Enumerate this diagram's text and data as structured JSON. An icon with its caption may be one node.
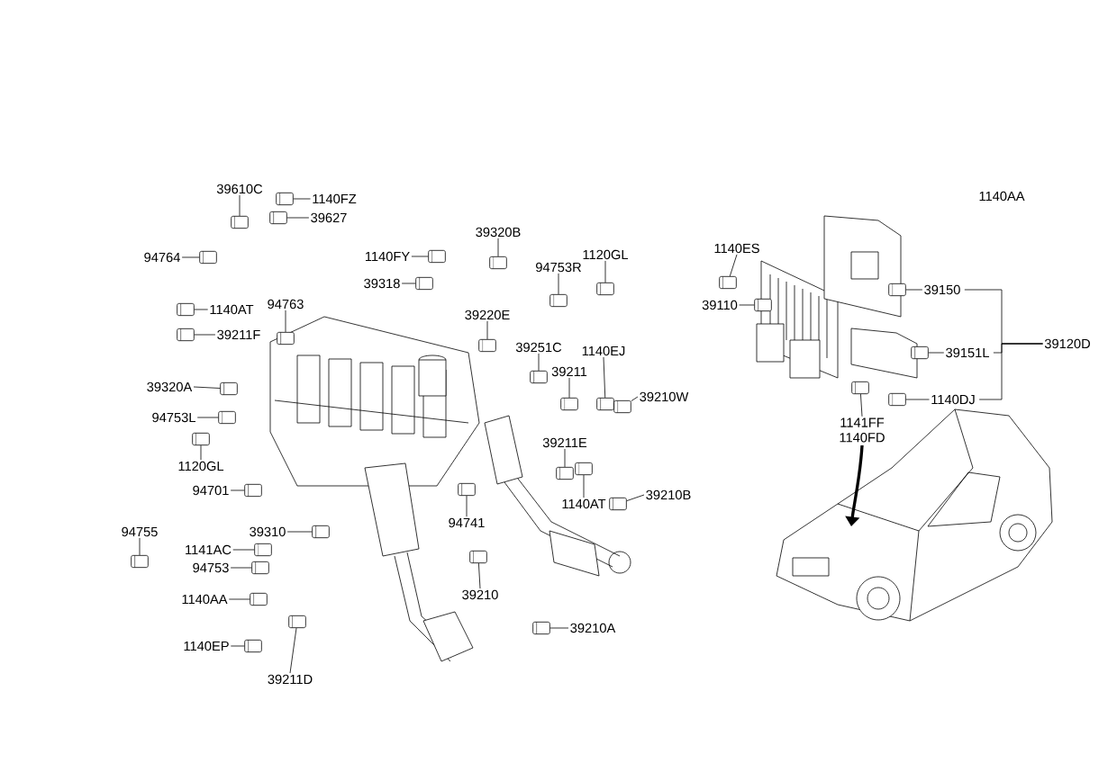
{
  "diagram": {
    "nodes": [
      {
        "text": [
          "39610C"
        ]
      },
      {
        "text": [
          "1140FZ"
        ]
      },
      {
        "text": [
          "39627"
        ]
      },
      {
        "text": [
          "94764"
        ]
      },
      {
        "text": [
          "1140FY"
        ]
      },
      {
        "text": [
          "39318"
        ]
      },
      {
        "text": [
          "39320B"
        ]
      },
      {
        "text": [
          "94753R"
        ]
      },
      {
        "text": [
          "1120GL"
        ]
      },
      {
        "text": [
          "1140AT"
        ]
      },
      {
        "text": [
          "94763"
        ]
      },
      {
        "text": [
          "39211F"
        ]
      },
      {
        "text": [
          "39220E"
        ]
      },
      {
        "text": [
          "39251C"
        ]
      },
      {
        "text": [
          "1140EJ"
        ]
      },
      {
        "text": [
          "39211"
        ]
      },
      {
        "text": [
          "39320A"
        ]
      },
      {
        "text": [
          "94753L"
        ]
      },
      {
        "text": [
          "1120GL"
        ]
      },
      {
        "text": [
          "39210W"
        ]
      },
      {
        "text": [
          "39211E"
        ]
      },
      {
        "text": [
          "1140AT"
        ]
      },
      {
        "text": [
          "39210B"
        ]
      },
      {
        "text": [
          "94741"
        ]
      },
      {
        "text": [
          "94701"
        ]
      },
      {
        "text": [
          "94755"
        ]
      },
      {
        "text": [
          "39310"
        ]
      },
      {
        "text": [
          "1141AC"
        ]
      },
      {
        "text": [
          "94753"
        ]
      },
      {
        "text": [
          "1140AA"
        ]
      },
      {
        "text": [
          "1140EP"
        ]
      },
      {
        "text": [
          "39211D"
        ]
      },
      {
        "text": [
          "39210"
        ]
      },
      {
        "text": [
          "39210A"
        ]
      },
      {
        "text": [
          "1140ES"
        ]
      },
      {
        "text": [
          "39110"
        ]
      },
      {
        "text": [
          "39150"
        ]
      },
      {
        "text": [
          "39151L"
        ]
      },
      {
        "text": [
          "1140DJ"
        ]
      },
      {
        "text": [
          "1141FF",
          "1140FD"
        ]
      },
      {
        "text": [
          "39120D"
        ]
      },
      {
        "text": [],
        "shape": "picture"
      },
      {
        "text": [],
        "shape": "picture"
      },
      {
        "text": [],
        "shape": "picture"
      },
      {
        "text": [],
        "shape": "picture"
      },
      {
        "text": [],
        "shape": "picture"
      },
      {
        "text": [],
        "shape": "picture"
      },
      {
        "text": [],
        "shape": "picture"
      },
      {
        "text": [],
        "shape": "picture"
      },
      {
        "text": [],
        "shape": "picture"
      },
      {
        "text": [],
        "shape": "picture"
      },
      {
        "text": [],
        "shape": "picture"
      },
      {
        "text": [],
        "shape": "picture"
      },
      {
        "text": [],
        "shape": "picture"
      },
      {
        "text": [],
        "shape": "picture"
      },
      {
        "text": [],
        "shape": "picture"
      },
      {
        "text": [],
        "shape": "picture"
      },
      {
        "text": [],
        "shape": "picture"
      },
      {
        "text": [],
        "shape": "picture"
      },
      {
        "text": [],
        "shape": "picture"
      },
      {
        "text": [],
        "shape": "picture"
      },
      {
        "text": [],
        "shape": "picture"
      },
      {
        "text": [],
        "shape": "picture"
      },
      {
        "text": [],
        "shape": "picture"
      },
      {
        "text": [],
        "shape": "picture"
      },
      {
        "text": [],
        "shape": "picture"
      },
      {
        "text": [],
        "shape": "picture"
      },
      {
        "text": [],
        "shape": "picture"
      },
      {
        "text": [],
        "shape": "picture"
      },
      {
        "text": [],
        "shape": "picture"
      },
      {
        "text": [],
        "shape": "picture"
      },
      {
        "text": [],
        "shape": "picture"
      },
      {
        "text": [],
        "shape": "picture"
      },
      {
        "text": [],
        "shape": "picture"
      },
      {
        "text": [],
        "shape": "picture"
      },
      {
        "text": [],
        "shape": "picture"
      },
      {
        "text": [],
        "shape": "picture"
      },
      {
        "text": [],
        "shape": "picture"
      },
      {
        "text": [],
        "shape": "picture"
      },
      {
        "text": [],
        "shape": "picture"
      },
      {
        "text": [],
        "shape": "picture"
      }
    ],
    "edges": [
      {
        "from": 0,
        "to": 41,
        "arrow": "none"
      },
      {
        "from": 1,
        "to": 42,
        "arrow": "none"
      },
      {
        "from": 2,
        "to": 43,
        "arrow": "none"
      },
      {
        "from": 3,
        "to": 44,
        "arrow": "none"
      },
      {
        "from": 4,
        "to": 45,
        "arrow": "none"
      },
      {
        "from": 5,
        "to": 46,
        "arrow": "none"
      },
      {
        "from": 6,
        "to": 47,
        "arrow": "none"
      },
      {
        "from": 7,
        "to": 48,
        "arrow": "none"
      },
      {
        "from": 8,
        "to": 49,
        "arrow": "none"
      },
      {
        "from": 9,
        "to": 50,
        "arrow": "none"
      },
      {
        "from": 10,
        "to": 51,
        "arrow": "none"
      },
      {
        "from": 11,
        "to": 52,
        "arrow": "none"
      },
      {
        "from": 12,
        "to": 53,
        "arrow": "none"
      },
      {
        "from": 13,
        "to": 54,
        "arrow": "none"
      },
      {
        "from": 14,
        "to": 55,
        "arrow": "none"
      },
      {
        "from": 15,
        "to": 56,
        "arrow": "none"
      },
      {
        "from": 16,
        "to": 57,
        "arrow": "none"
      },
      {
        "from": 17,
        "to": 58,
        "arrow": "none"
      },
      {
        "from": 18,
        "to": 59,
        "arrow": "none"
      },
      {
        "from": 19,
        "to": 60,
        "arrow": "none"
      },
      {
        "from": 20,
        "to": 61,
        "arrow": "none"
      },
      {
        "from": 21,
        "to": 62,
        "arrow": "none"
      },
      {
        "from": 22,
        "to": 63,
        "arrow": "none"
      },
      {
        "from": 23,
        "to": 64,
        "arrow": "none"
      },
      {
        "from": 24,
        "to": 65,
        "arrow": "none"
      },
      {
        "from": 25,
        "to": 66,
        "arrow": "none"
      },
      {
        "from": 26,
        "to": 67,
        "arrow": "none"
      },
      {
        "from": 27,
        "to": 68,
        "arrow": "none"
      },
      {
        "from": 28,
        "to": 69,
        "arrow": "none"
      },
      {
        "from": 29,
        "to": 70,
        "arrow": "none"
      },
      {
        "from": 30,
        "to": 71,
        "arrow": "none"
      },
      {
        "from": 31,
        "to": 72,
        "arrow": "none"
      },
      {
        "from": 32,
        "to": 73,
        "arrow": "none"
      },
      {
        "from": 33,
        "to": 74,
        "arrow": "none"
      },
      {
        "from": 34,
        "to": 75,
        "arrow": "none"
      },
      {
        "from": 35,
        "to": 76,
        "arrow": "none"
      },
      {
        "from": 36,
        "to": 77,
        "arrow": "none"
      },
      {
        "from": 37,
        "to": 78,
        "arrow": "none"
      },
      {
        "from": 38,
        "to": 79,
        "arrow": "none"
      },
      {
        "from": 39,
        "to": 80,
        "arrow": "none"
      },
      {
        "from": 40,
        "to": 36,
        "arrow": "none"
      },
      {
        "from": 40,
        "to": 37,
        "arrow": "none"
      },
      {
        "from": 40,
        "to": 38,
        "arrow": "none"
      }
    ],
    "labels": [
      "1140AA"
    ]
  }
}
